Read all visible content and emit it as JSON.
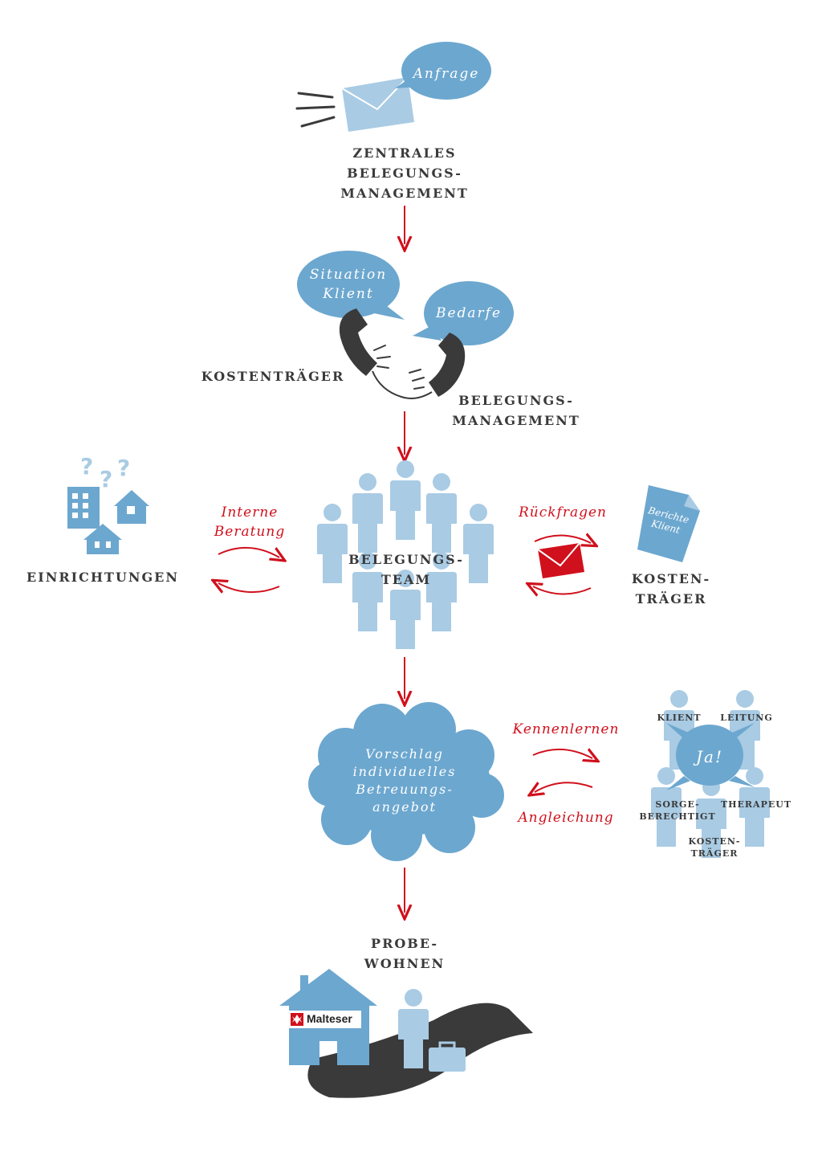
{
  "colors": {
    "blue": "#6ca7cf",
    "light_blue": "#a9cbe4",
    "red": "#d0101c",
    "dark": "#3a3a3a"
  },
  "step1": {
    "bubble": "Anfrage",
    "label": "ZENTRALES\nBELEGUNGS-\nMANAGEMENT"
  },
  "step2": {
    "bubble_left": "Situation\nKlient",
    "bubble_right": "Bedarfe",
    "label_left": "KOSTENTRÄGER",
    "label_right": "BELEGUNGS-\nMANAGEMENT"
  },
  "step3": {
    "left_label": "EINRICHTUNGEN",
    "left_arrow_label": "Interne\nBeratung",
    "center_label": "BELEGUNGS-\nTEAM",
    "right_arrow_label": "Rückfragen",
    "document_text": "Berichte\nKlient",
    "right_label": "KOSTEN-\nTRÄGER"
  },
  "step4": {
    "cloud_text": "Vorschlag\nindividuelles\nBetreuungs-\nangebot",
    "arrow_top_label": "Kennenlernen",
    "arrow_bottom_label": "Angleichung",
    "speech": "Ja!",
    "people": {
      "klient": "KLIENT",
      "leitung": "LEITUNG",
      "sorge": "SORGE-\nBERECHTIGT",
      "therapeut": "THERAPEUT",
      "kosten": "KOSTEN-\nTRÄGER"
    }
  },
  "step5": {
    "label": "PROBE-\nWOHNEN",
    "brand": "Malteser"
  }
}
